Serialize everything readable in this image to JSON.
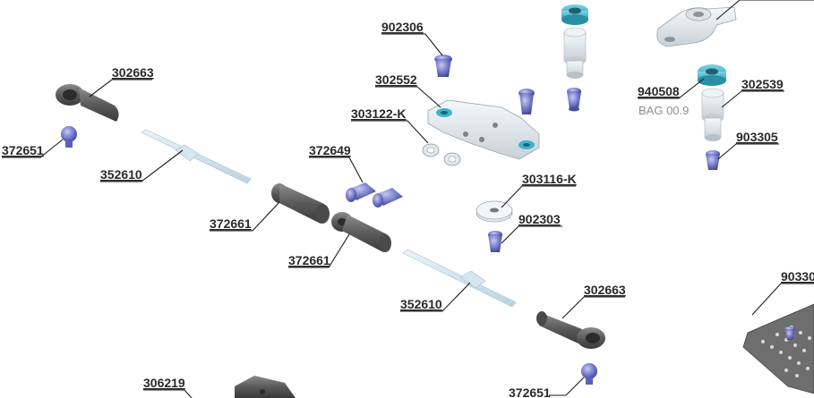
{
  "diagram": {
    "labels": {
      "l_902306": "902306",
      "l_302663_a": "302663",
      "l_372651_a": "372651",
      "l_352610_a": "352610",
      "l_302552": "302552",
      "l_303122k": "303122-K",
      "l_372649": "372649",
      "l_372661_a": "372661",
      "l_372661_b": "372661",
      "l_940508": "940508",
      "l_bag": "BAG 00.9",
      "l_302539": "302539",
      "l_903305": "903305",
      "l_303116k": "303116-K",
      "l_902303": "902303",
      "l_352610_b": "352610",
      "l_302663_b": "302663",
      "l_90330": "90330",
      "l_306219": "306219",
      "l_372651_b": "372651"
    }
  }
}
